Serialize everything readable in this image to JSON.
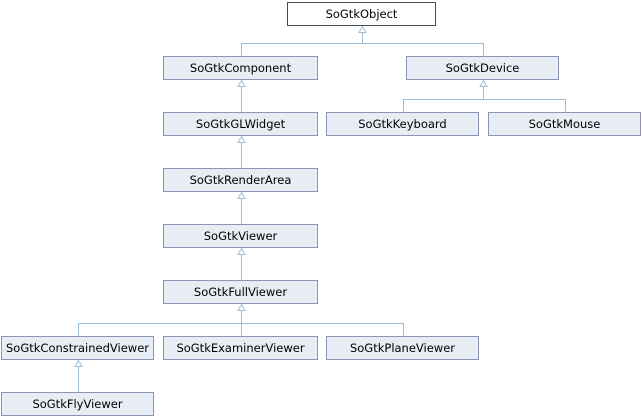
{
  "diagram": {
    "nodes": [
      {
        "id": "object",
        "label": "SoGtkObject"
      },
      {
        "id": "component",
        "label": "SoGtkComponent"
      },
      {
        "id": "device",
        "label": "SoGtkDevice"
      },
      {
        "id": "glwidget",
        "label": "SoGtkGLWidget"
      },
      {
        "id": "keyboard",
        "label": "SoGtkKeyboard"
      },
      {
        "id": "mouse",
        "label": "SoGtkMouse"
      },
      {
        "id": "renderarea",
        "label": "SoGtkRenderArea"
      },
      {
        "id": "viewer",
        "label": "SoGtkViewer"
      },
      {
        "id": "fullviewer",
        "label": "SoGtkFullViewer"
      },
      {
        "id": "constrainedviewer",
        "label": "SoGtkConstrainedViewer"
      },
      {
        "id": "examinerviewer",
        "label": "SoGtkExaminerViewer"
      },
      {
        "id": "planeviewer",
        "label": "SoGtkPlaneViewer"
      },
      {
        "id": "flyviewer",
        "label": "SoGtkFlyViewer"
      }
    ],
    "edges": [
      {
        "from": "component",
        "to": "object"
      },
      {
        "from": "device",
        "to": "object"
      },
      {
        "from": "glwidget",
        "to": "component"
      },
      {
        "from": "keyboard",
        "to": "device"
      },
      {
        "from": "mouse",
        "to": "device"
      },
      {
        "from": "renderarea",
        "to": "glwidget"
      },
      {
        "from": "viewer",
        "to": "renderarea"
      },
      {
        "from": "fullviewer",
        "to": "viewer"
      },
      {
        "from": "constrainedviewer",
        "to": "fullviewer"
      },
      {
        "from": "examinerviewer",
        "to": "fullviewer"
      },
      {
        "from": "planeviewer",
        "to": "fullviewer"
      },
      {
        "from": "flyviewer",
        "to": "constrainedviewer"
      }
    ]
  }
}
